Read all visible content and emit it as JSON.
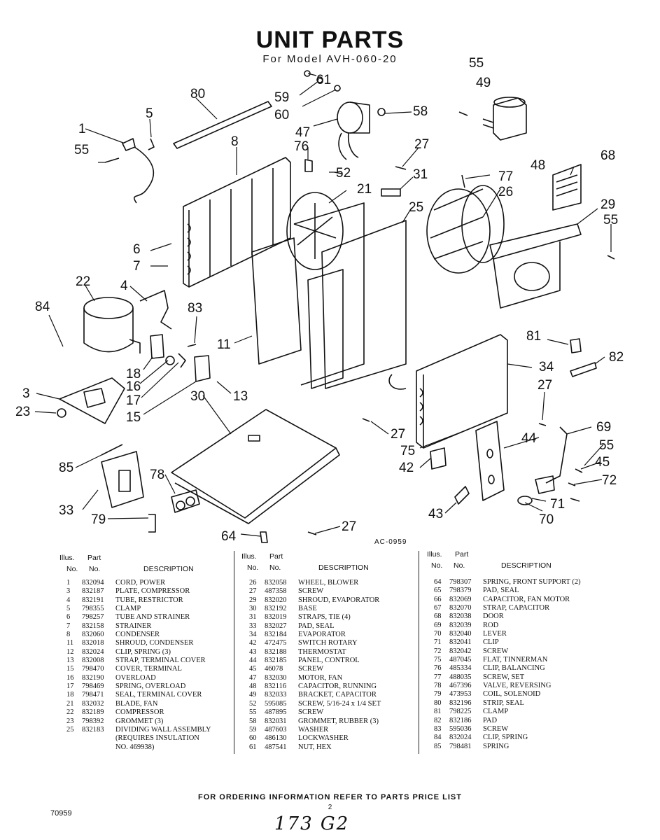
{
  "title": "UNIT PARTS",
  "subtitle": "For Model AVH-060-20",
  "diagram_code": "AC-0959",
  "callouts": [
    "61",
    "59",
    "60",
    "47",
    "58",
    "55",
    "49",
    "48",
    "80",
    "5",
    "1",
    "55",
    "8",
    "76",
    "52",
    "27",
    "31",
    "77",
    "26",
    "68",
    "21",
    "25",
    "29",
    "55",
    "6",
    "7",
    "22",
    "4",
    "83",
    "84",
    "11",
    "81",
    "82",
    "34",
    "18",
    "16",
    "17",
    "15",
    "13",
    "30",
    "3",
    "23",
    "27",
    "75",
    "27",
    "69",
    "55",
    "44",
    "42",
    "45",
    "72",
    "85",
    "71",
    "33",
    "78",
    "43",
    "70",
    "79",
    "27",
    "64"
  ],
  "table_headers": {
    "illus_top": "Illus.",
    "part_top": "Part",
    "no": "No.",
    "part_no": "No.",
    "description": "DESCRIPTION"
  },
  "parts": [
    [
      {
        "no": "1",
        "part": "832094",
        "desc": "CORD, POWER"
      },
      {
        "no": "3",
        "part": "832187",
        "desc": "PLATE, COMPRESSOR"
      },
      {
        "no": "4",
        "part": "832191",
        "desc": "TUBE, RESTRICTOR"
      },
      {
        "no": "5",
        "part": "798355",
        "desc": "CLAMP"
      },
      {
        "no": "6",
        "part": "798257",
        "desc": "TUBE AND STRAINER"
      },
      {
        "no": "7",
        "part": "832158",
        "desc": "STRAINER"
      },
      {
        "no": "8",
        "part": "832060",
        "desc": "CONDENSER"
      },
      {
        "no": "11",
        "part": "832018",
        "desc": "SHROUD, CONDENSER"
      },
      {
        "no": "12",
        "part": "832024",
        "desc": "CLIP, SPRING (3)"
      },
      {
        "no": "13",
        "part": "832008",
        "desc": "STRAP, TERMINAL COVER"
      },
      {
        "no": "15",
        "part": "798470",
        "desc": "COVER, TERMINAL"
      },
      {
        "no": "16",
        "part": "832190",
        "desc": "OVERLOAD"
      },
      {
        "no": "17",
        "part": "798469",
        "desc": "SPRING, OVERLOAD"
      },
      {
        "no": "18",
        "part": "798471",
        "desc": "SEAL, TERMINAL COVER"
      },
      {
        "no": "21",
        "part": "832032",
        "desc": "BLADE, FAN"
      },
      {
        "no": "22",
        "part": "832189",
        "desc": "COMPRESSOR"
      },
      {
        "no": "23",
        "part": "798392",
        "desc": "GROMMET (3)"
      },
      {
        "no": "25",
        "part": "832183",
        "desc": "DIVIDING WALL ASSEMBLY"
      },
      {
        "no": "",
        "part": "",
        "desc": "(REQUIRES INSULATION"
      },
      {
        "no": "",
        "part": "",
        "desc": "NO. 469938)"
      }
    ],
    [
      {
        "no": "26",
        "part": "832058",
        "desc": "WHEEL, BLOWER"
      },
      {
        "no": "27",
        "part": "487358",
        "desc": "SCREW"
      },
      {
        "no": "29",
        "part": "832020",
        "desc": "SHROUD, EVAPORATOR"
      },
      {
        "no": "30",
        "part": "832192",
        "desc": "BASE"
      },
      {
        "no": "31",
        "part": "832019",
        "desc": "STRAPS, TIE (4)"
      },
      {
        "no": "33",
        "part": "832027",
        "desc": "PAD, SEAL"
      },
      {
        "no": "34",
        "part": "832184",
        "desc": "EVAPORATOR"
      },
      {
        "no": "42",
        "part": "472475",
        "desc": "SWITCH ROTARY"
      },
      {
        "no": "43",
        "part": "832188",
        "desc": "THERMOSTAT"
      },
      {
        "no": "44",
        "part": "832185",
        "desc": "PANEL, CONTROL"
      },
      {
        "no": "45",
        "part": "46078",
        "desc": "SCREW"
      },
      {
        "no": "47",
        "part": "832030",
        "desc": "MOTOR, FAN"
      },
      {
        "no": "48",
        "part": "832116",
        "desc": "CAPACITOR, RUNNING"
      },
      {
        "no": "49",
        "part": "832033",
        "desc": "BRACKET, CAPACITOR"
      },
      {
        "no": "52",
        "part": "595085",
        "desc": "SCREW, 5/16-24 x 1/4 SET"
      },
      {
        "no": "55",
        "part": "487895",
        "desc": "SCREW"
      },
      {
        "no": "58",
        "part": "832031",
        "desc": "GROMMET, RUBBER (3)"
      },
      {
        "no": "59",
        "part": "487603",
        "desc": "WASHER"
      },
      {
        "no": "60",
        "part": "486130",
        "desc": "LOCKWASHER"
      },
      {
        "no": "61",
        "part": "487541",
        "desc": "NUT, HEX"
      }
    ],
    [
      {
        "no": "64",
        "part": "798307",
        "desc": "SPRING, FRONT SUPPORT (2)"
      },
      {
        "no": "65",
        "part": "798379",
        "desc": "PAD, SEAL"
      },
      {
        "no": "66",
        "part": "832069",
        "desc": "CAPACITOR, FAN MOTOR"
      },
      {
        "no": "67",
        "part": "832070",
        "desc": "STRAP, CAPACITOR"
      },
      {
        "no": "68",
        "part": "832038",
        "desc": "DOOR"
      },
      {
        "no": "69",
        "part": "832039",
        "desc": "ROD"
      },
      {
        "no": "70",
        "part": "832040",
        "desc": "LEVER"
      },
      {
        "no": "71",
        "part": "832041",
        "desc": "CLIP"
      },
      {
        "no": "72",
        "part": "832042",
        "desc": "SCREW"
      },
      {
        "no": "75",
        "part": "487045",
        "desc": "FLAT, TINNERMAN"
      },
      {
        "no": "76",
        "part": "485334",
        "desc": "CLIP, BALANCING"
      },
      {
        "no": "77",
        "part": "488035",
        "desc": "SCREW, SET"
      },
      {
        "no": "78",
        "part": "467396",
        "desc": "VALVE, REVERSING"
      },
      {
        "no": "79",
        "part": "473953",
        "desc": "COIL, SOLENOID"
      },
      {
        "no": "80",
        "part": "832196",
        "desc": "STRIP, SEAL"
      },
      {
        "no": "81",
        "part": "798225",
        "desc": "CLAMP"
      },
      {
        "no": "82",
        "part": "832186",
        "desc": "PAD"
      },
      {
        "no": "83",
        "part": "595036",
        "desc": "SCREW"
      },
      {
        "no": "84",
        "part": "832024",
        "desc": "CLIP, SPRING"
      },
      {
        "no": "85",
        "part": "798481",
        "desc": "SPRING"
      }
    ]
  ],
  "footer_text": "FOR ORDERING INFORMATION REFER TO PARTS PRICE LIST",
  "page_number": "2",
  "doc_id": "70959",
  "handwritten_note": "173 G2"
}
